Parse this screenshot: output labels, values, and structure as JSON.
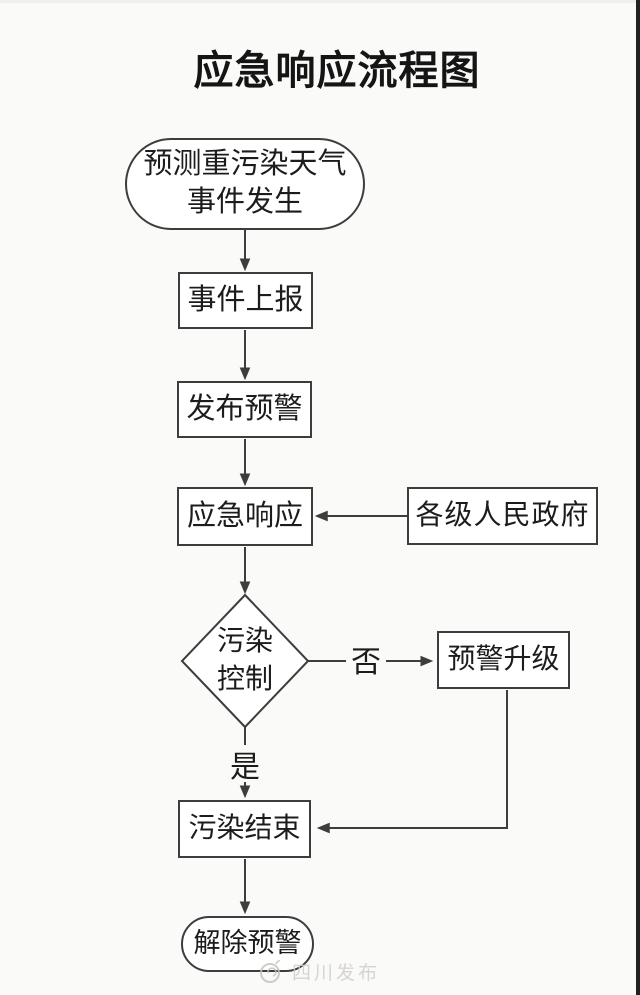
{
  "page": {
    "title": "应急响应流程图"
  },
  "flowchart": {
    "nodes": {
      "start": "预测重污染天气\n事件发生",
      "report": "事件上报",
      "issue_warning": "发布预警",
      "emergency_response": "应急响应",
      "governments": "各级人民政府",
      "pollution_control": "污染\n控制",
      "warning_upgrade": "预警升级",
      "pollution_end": "污染结束",
      "lift_warning": "解除预警"
    },
    "edge_labels": {
      "no": "否",
      "yes": "是"
    }
  },
  "watermark": {
    "text": "四川发布"
  },
  "colors": {
    "line": "#3d3d3d",
    "text": "#1c1c1c",
    "node_fill": "#ffffff",
    "background": "#fafaf9",
    "watermark": "#d2cec9"
  }
}
